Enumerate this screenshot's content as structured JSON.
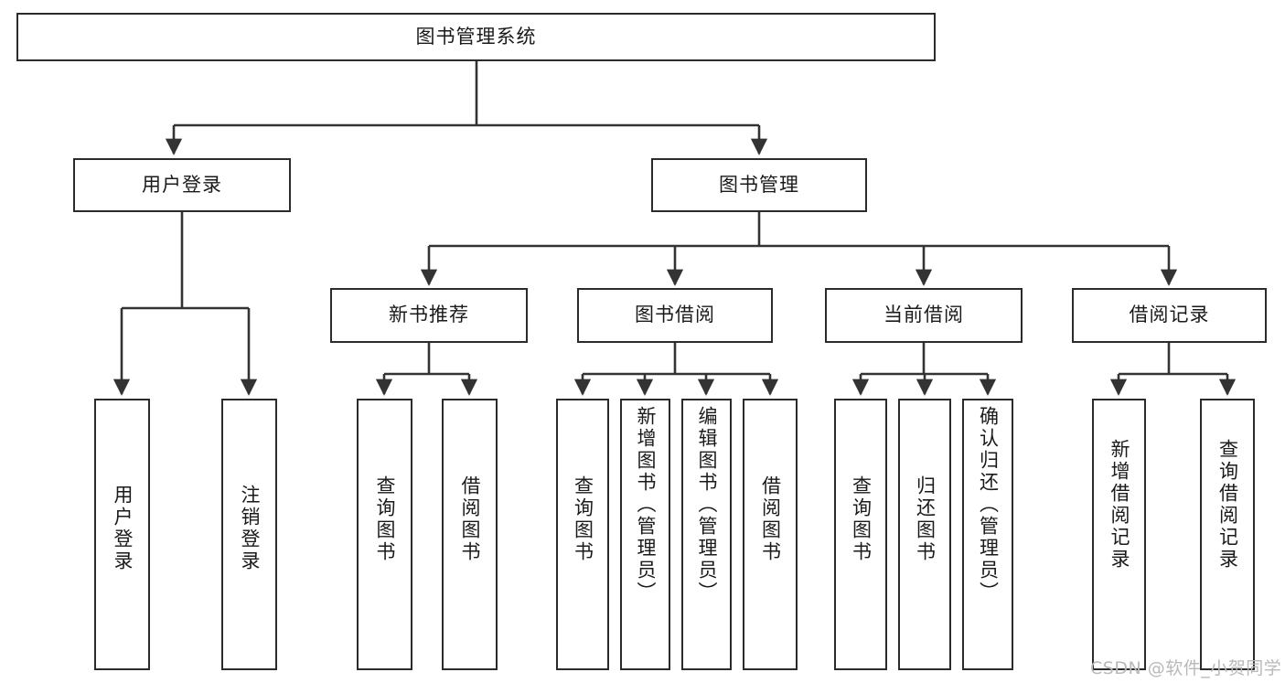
{
  "diagram": {
    "title": "图书管理系统",
    "type": "hierarchy-tree",
    "orientation": "top-down",
    "colors": {
      "box_border": "#2b2b2b",
      "box_fill": "#ffffff",
      "edge": "#333333",
      "text": "#1a1a1a",
      "watermark": "#b9b9b9"
    },
    "levels": [
      {
        "level": 1,
        "nodes": [
          {
            "id": "root",
            "label": "图书管理系统",
            "orientation": "horizontal"
          }
        ]
      },
      {
        "level": 2,
        "nodes": [
          {
            "id": "login",
            "label": "用户登录",
            "orientation": "horizontal",
            "parent": "root"
          },
          {
            "id": "bookmgmt",
            "label": "图书管理",
            "orientation": "horizontal",
            "parent": "root"
          }
        ]
      },
      {
        "level": 3,
        "nodes": [
          {
            "id": "newbook",
            "label": "新书推荐",
            "orientation": "horizontal",
            "parent": "bookmgmt"
          },
          {
            "id": "borrow",
            "label": "图书借阅",
            "orientation": "horizontal",
            "parent": "bookmgmt"
          },
          {
            "id": "current",
            "label": "当前借阅",
            "orientation": "horizontal",
            "parent": "bookmgmt"
          },
          {
            "id": "records",
            "label": "借阅记录",
            "orientation": "horizontal",
            "parent": "bookmgmt"
          }
        ]
      },
      {
        "level": 4,
        "nodes": [
          {
            "id": "leaf1",
            "label": "用户登录",
            "orientation": "vertical",
            "parent": "login"
          },
          {
            "id": "leaf2",
            "label": "注销登录",
            "orientation": "vertical",
            "parent": "login"
          },
          {
            "id": "leaf3",
            "label": "查询图书",
            "orientation": "vertical",
            "parent": "newbook"
          },
          {
            "id": "leaf4",
            "label": "借阅图书",
            "orientation": "vertical",
            "parent": "newbook"
          },
          {
            "id": "leaf5",
            "label": "查询图书",
            "orientation": "vertical",
            "parent": "borrow"
          },
          {
            "id": "leaf6",
            "label": "新增图书（管理员）",
            "orientation": "vertical",
            "parent": "borrow"
          },
          {
            "id": "leaf7",
            "label": "编辑图书（管理员）",
            "orientation": "vertical",
            "parent": "borrow"
          },
          {
            "id": "leaf8",
            "label": "借阅图书",
            "orientation": "vertical",
            "parent": "borrow"
          },
          {
            "id": "leaf9",
            "label": "查询图书",
            "orientation": "vertical",
            "parent": "current"
          },
          {
            "id": "leaf10",
            "label": "归还图书",
            "orientation": "vertical",
            "parent": "current"
          },
          {
            "id": "leaf11",
            "label": "确认归还（管理员）",
            "orientation": "vertical",
            "parent": "current"
          },
          {
            "id": "leaf12",
            "label": "新增借阅记录",
            "orientation": "vertical",
            "parent": "records"
          },
          {
            "id": "leaf13",
            "label": "查询借阅记录",
            "orientation": "vertical",
            "parent": "records"
          }
        ]
      }
    ]
  },
  "watermark": {
    "text": "CSDN @软件_小贺同学"
  }
}
